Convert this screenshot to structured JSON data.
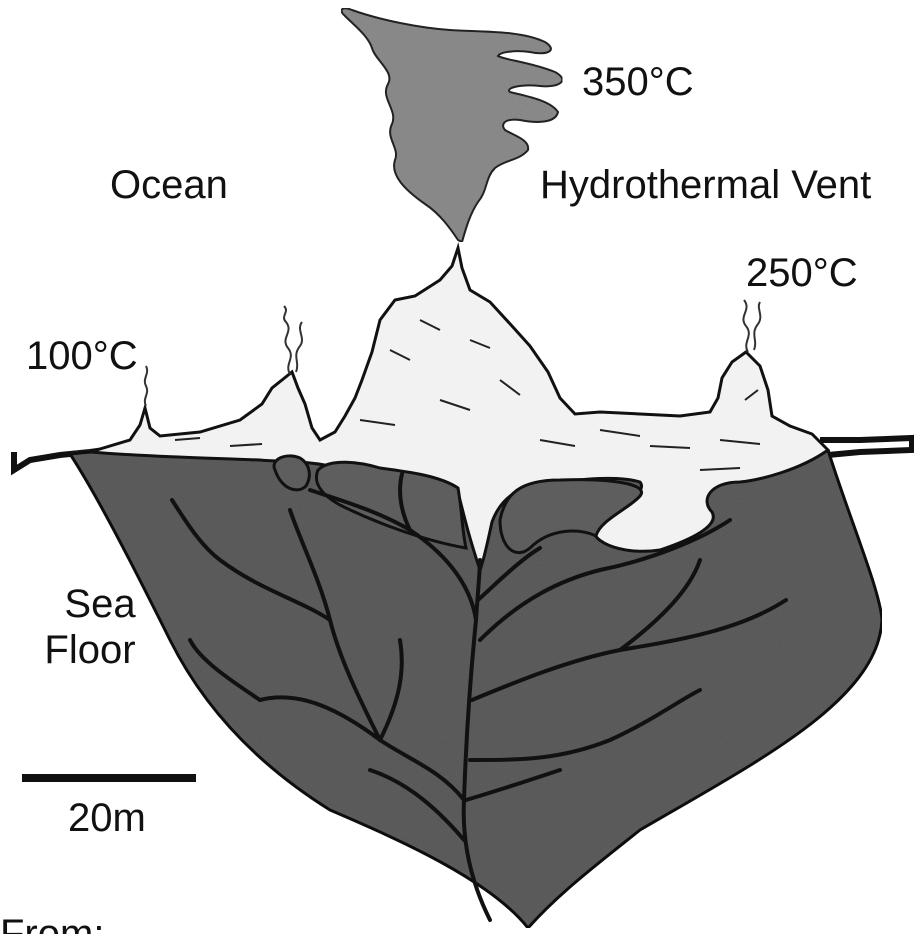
{
  "labels": {
    "plume_temp": "350°C",
    "ocean": "Ocean",
    "vent": "Hydrothermal Vent",
    "right_chimney_temp": "250°C",
    "left_chimney_temp": "100°C",
    "sea": "Sea",
    "floor": "Floor",
    "scale": "20m",
    "credit": "From:"
  },
  "colors": {
    "ink": "#111111",
    "plume": "#8e8e8e",
    "mound": "#f2f2f2",
    "seafloor": "#5e5e5e"
  }
}
